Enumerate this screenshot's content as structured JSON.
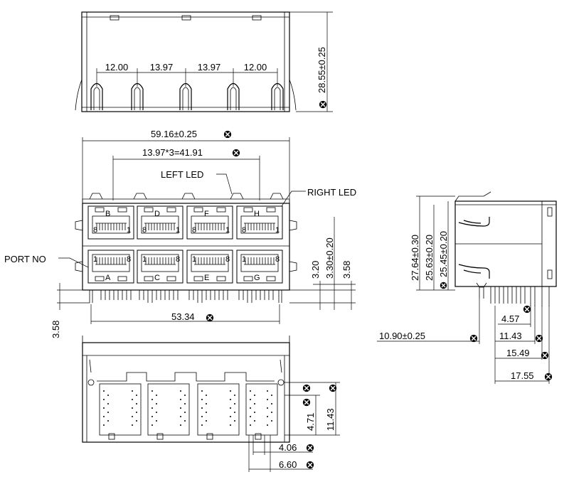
{
  "top_view": {
    "pitches": [
      "12.00",
      "13.97",
      "13.97",
      "12.00"
    ],
    "height": "28.55±0.25"
  },
  "front_view": {
    "overall_width": "59.16±0.25",
    "port_span": "13.97*3=41.91",
    "left_led": "LEFT LED",
    "right_led": "RIGHT LED",
    "port_no": "PORT NO",
    "upper_ports": [
      "B",
      "D",
      "F",
      "H"
    ],
    "lower_ports": [
      "A",
      "C",
      "E",
      "G"
    ],
    "pin_one": "1",
    "pin_eight": "8",
    "dims": {
      "d320": "3.20",
      "d330": "3.30±0.20",
      "d358": "3.58",
      "d358_left": "3.58",
      "d5334": "53.34"
    }
  },
  "side_view": {
    "h1": "27.64±0.30",
    "h2": "25.63±0.20",
    "h3": "25.45±0.20",
    "d457": "4.57",
    "d1090": "10.90±0.25",
    "d1143": "11.43",
    "d1549": "15.49",
    "d1755": "17.55"
  },
  "bottom_view": {
    "d471": "4.71",
    "d1143": "11.43",
    "d406": "4.06",
    "d660": "6.60"
  }
}
